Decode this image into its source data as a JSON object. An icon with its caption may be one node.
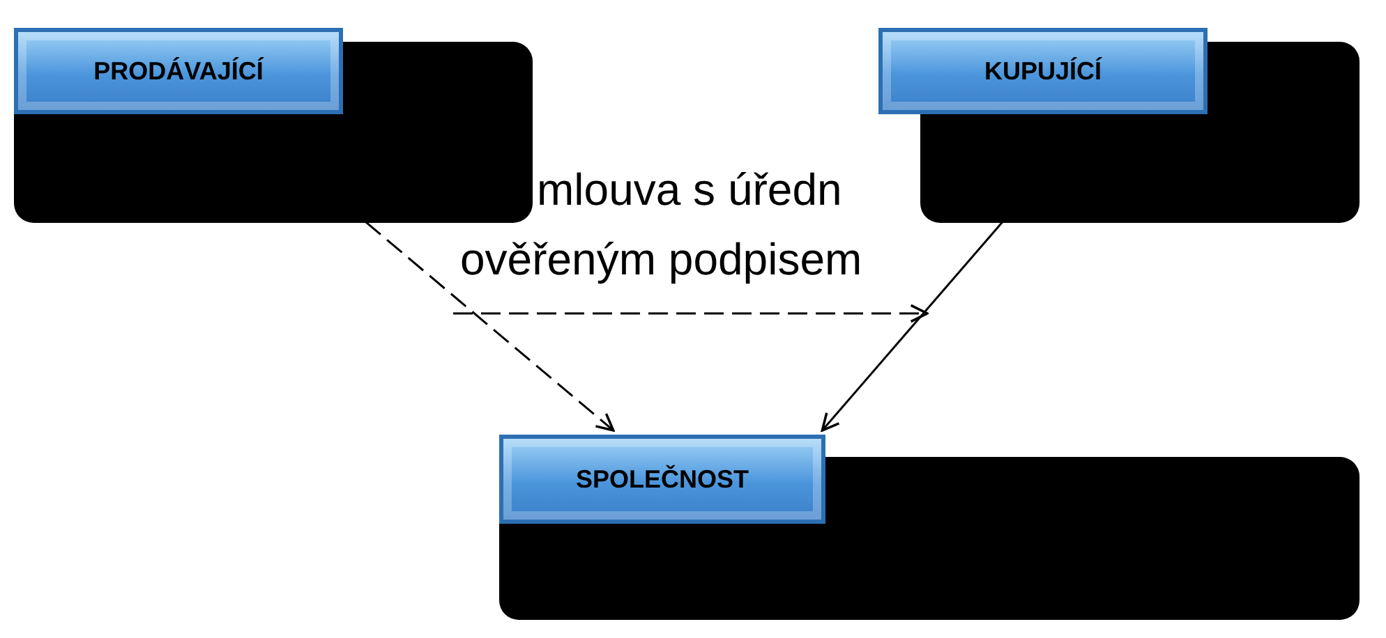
{
  "diagram": {
    "nodes": [
      {
        "text": [
          "PRODÁVAJÍCÍ"
        ]
      },
      {
        "text": [
          "KUPUJÍCÍ"
        ]
      },
      {
        "text": [
          "SPOLEČNOST"
        ]
      }
    ],
    "edges": [
      {
        "from": 0,
        "to": 2,
        "arrow": "to",
        "style": "dashed"
      },
      {
        "from": 1,
        "to": 2,
        "arrow": "to"
      }
    ],
    "labels": [
      "mlouva s úředn",
      "ověřeným podpisem"
    ]
  }
}
